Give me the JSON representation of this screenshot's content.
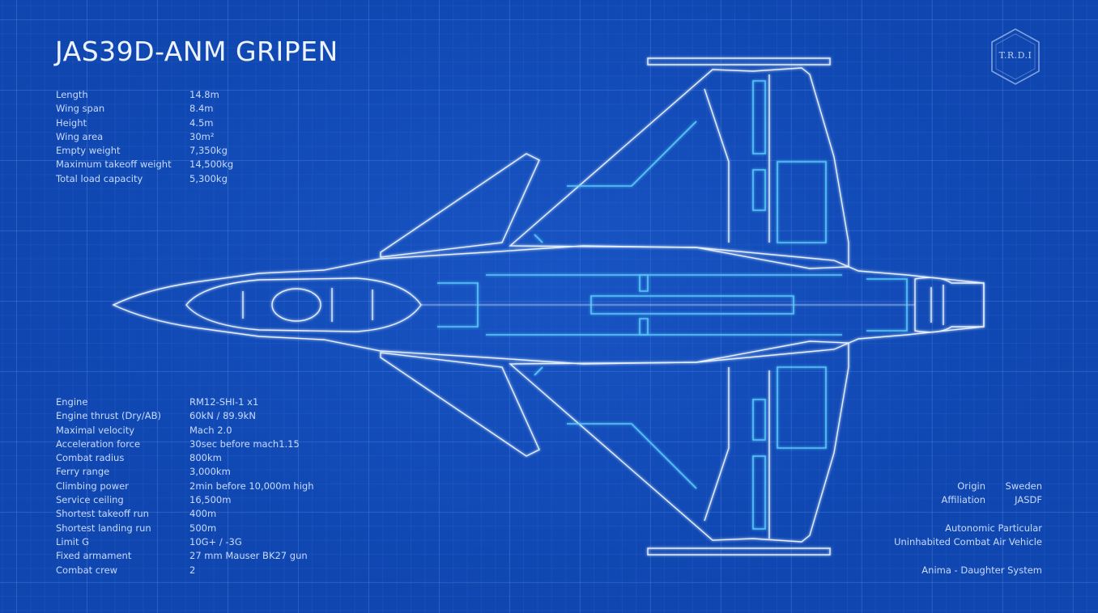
{
  "title": "JAS39D-ANM GRIPEN",
  "logo": {
    "text": "T.R.D.I"
  },
  "specs_top": [
    {
      "label": "Length",
      "value": "14.8m"
    },
    {
      "label": "Wing span",
      "value": "8.4m"
    },
    {
      "label": "Height",
      "value": "4.5m"
    },
    {
      "label": "Wing area",
      "value": "30m²"
    },
    {
      "label": "Empty weight",
      "value": "7,350kg"
    },
    {
      "label": "Maximum takeoff weight",
      "value": "14,500kg"
    },
    {
      "label": "Total load capacity",
      "value": "5,300kg"
    }
  ],
  "specs_bottom": [
    {
      "label": "Engine",
      "value": "RM12-SHI-1 x1"
    },
    {
      "label": "Engine thrust (Dry/AB)",
      "value": "60kN / 89.9kN"
    },
    {
      "label": "Maximal velocity",
      "value": "Mach 2.0"
    },
    {
      "label": "Acceleration force",
      "value": "30sec before mach1.15"
    },
    {
      "label": "Combat radius",
      "value": "800km"
    },
    {
      "label": "Ferry range",
      "value": "3,000km"
    },
    {
      "label": "Climbing power",
      "value": "2min before 10,000m high"
    },
    {
      "label": "Service ceiling",
      "value": "16,500m"
    },
    {
      "label": "Shortest takeoff run",
      "value": "400m"
    },
    {
      "label": "Shortest landing run",
      "value": "500m"
    },
    {
      "label": "Limit G",
      "value": "10G+ / -3G"
    },
    {
      "label": "Fixed armament",
      "value": "27 mm Mauser BK27 gun"
    },
    {
      "label": "Combat crew",
      "value": "2"
    }
  ],
  "origin": {
    "label": "Origin",
    "value": "Sweden"
  },
  "affiliation": {
    "label": "Affiliation",
    "value": "JASDF"
  },
  "vehicle_class": {
    "line1": "Autonomic Particular",
    "line2": "Uninhabited Combat Air Vehicle"
  },
  "system": "Anima - Daughter System",
  "colors": {
    "background": "#0f46b0",
    "grid": "#78aaff",
    "line": "#e6f0ff",
    "glow": "#5fd4ff"
  }
}
